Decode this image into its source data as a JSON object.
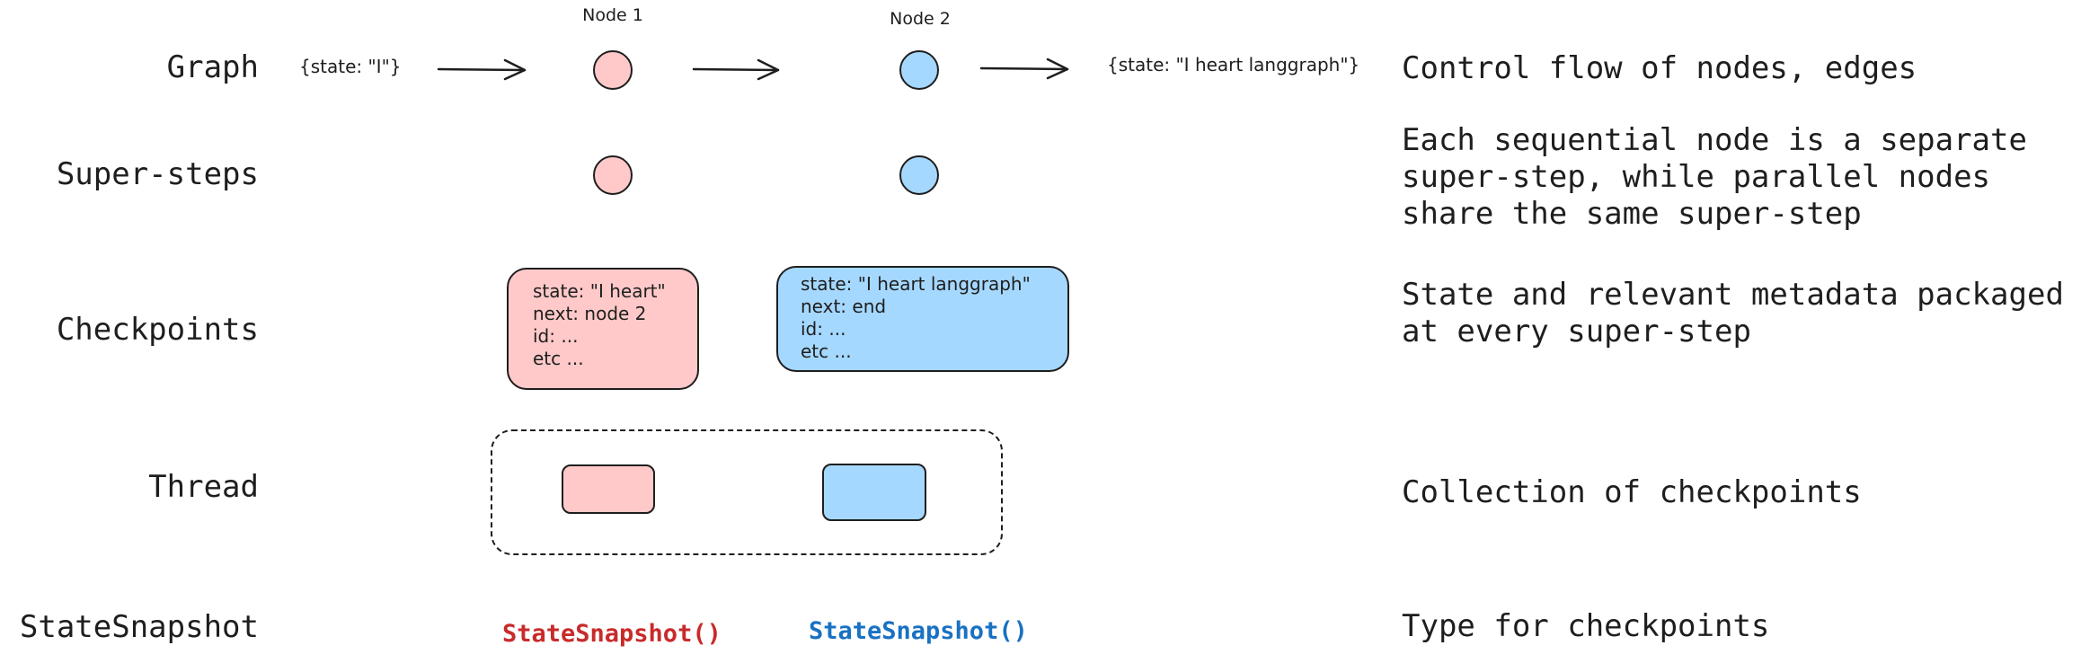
{
  "rows": {
    "graph": "Graph",
    "supersteps": "Super-steps",
    "checkpoints": "Checkpoints",
    "thread": "Thread",
    "statesnapshot": "StateSnapshot"
  },
  "nodes": {
    "node1": "Node 1",
    "node2": "Node 2"
  },
  "graph": {
    "input_state": "{state: \"I\"}",
    "output_state": "{state: \"I heart langgraph\"}"
  },
  "checkpoints": {
    "first": [
      "state: \"I heart\"",
      "next: node 2",
      "id: ...",
      "etc ..."
    ],
    "second": [
      "state: \"I heart langgraph\"",
      "next: end",
      "id: ...",
      "etc ..."
    ]
  },
  "snapshots": {
    "first": "StateSnapshot()",
    "second": "StateSnapshot()"
  },
  "descriptions": {
    "graph": "Control flow of nodes, edges",
    "supersteps": "Each sequential node is a separate\nsuper-step, while parallel nodes\nshare the same super-step",
    "checkpoints": "State and relevant metadata packaged\nat every super-step",
    "thread": "Collection of checkpoints",
    "statesnapshot": "Type for checkpoints"
  },
  "colors": {
    "node1_fill": "#ffc9c9",
    "node2_fill": "#a5d8ff",
    "snapshot1_text": "#c92a2a",
    "snapshot2_text": "#1971c2",
    "stroke": "#1e1e1e"
  }
}
